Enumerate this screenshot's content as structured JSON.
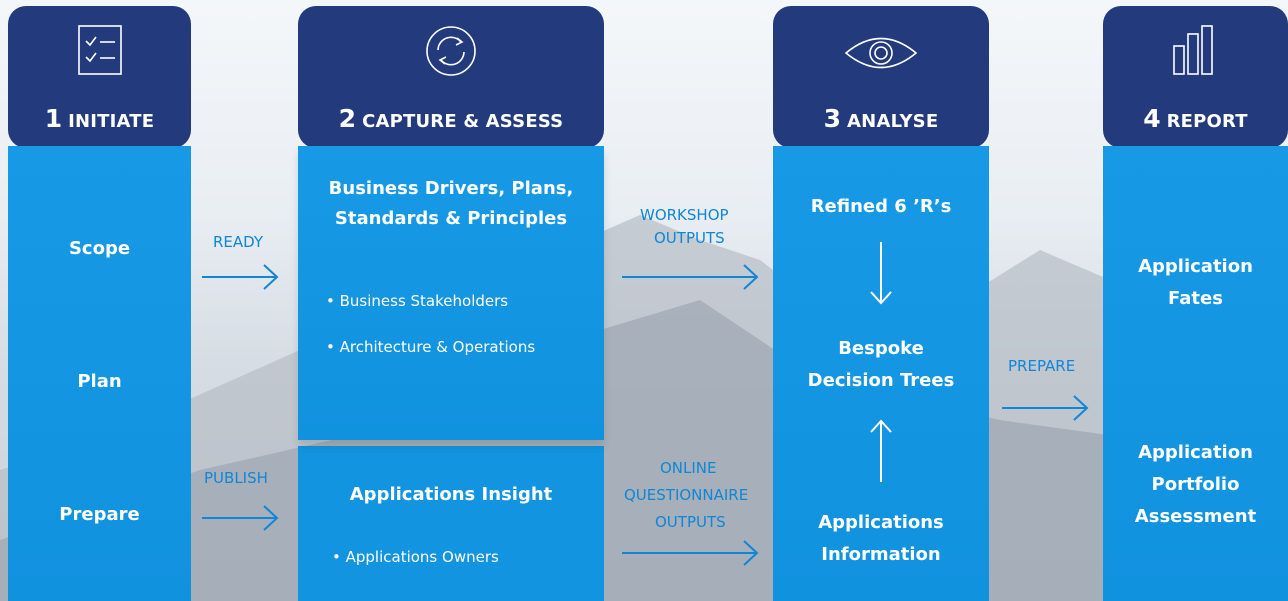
{
  "steps": [
    {
      "num": "1",
      "label": "INITIATE",
      "icon": "checklist-icon",
      "items": [
        "Scope",
        "Plan",
        "Prepare"
      ]
    },
    {
      "num": "2",
      "label": "CAPTURE & ASSESS",
      "icon": "refresh-cycle-icon",
      "upper": {
        "title_line1": "Business Drivers, Plans,",
        "title_line2": "Standards & Principles",
        "bullets": [
          "• Business Stakeholders",
          "• Architecture & Operations"
        ]
      },
      "lower": {
        "title": "Applications Insight",
        "bullets": [
          "• Applications Owners"
        ]
      }
    },
    {
      "num": "3",
      "label": "ANALYSE",
      "icon": "eye-icon",
      "top": "Refined 6 ’R’s",
      "middle_line1": "Bespoke",
      "middle_line2": "Decision Trees",
      "bottom_line1": "Applications",
      "bottom_line2": "Information"
    },
    {
      "num": "4",
      "label": "REPORT",
      "icon": "bar-chart-icon",
      "fates_line1": "Application",
      "fates_line2": "Fates",
      "portfolio_line1": "Application",
      "portfolio_line2": "Portfolio",
      "portfolio_line3": "Assessment"
    }
  ],
  "arrows": {
    "ready": "READY",
    "publish": "PUBLISH",
    "workshop_line1": "WORKSHOP",
    "workshop_line2": "OUTPUTS",
    "online_line1": "ONLINE",
    "online_line2": "QUESTIONNAIRE",
    "online_line3": "OUTPUTS",
    "prepare": "PREPARE"
  },
  "colors": {
    "header": "#233a7c",
    "panel": "#1799e5",
    "arrow": "#0f86d6",
    "text": "#ffffff"
  }
}
